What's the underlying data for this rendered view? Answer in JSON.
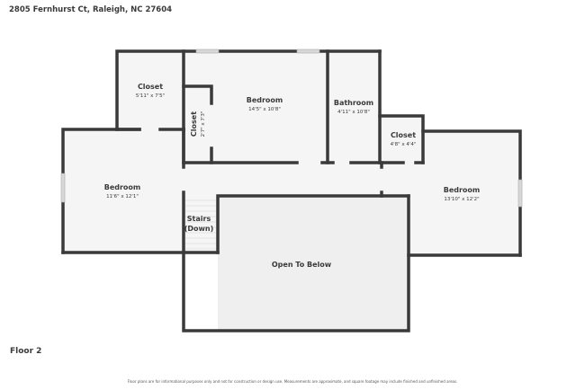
{
  "header": {
    "address": "2805 Fernhurst Ct, Raleigh, NC 27604"
  },
  "floor": {
    "label": "Floor 2"
  },
  "rooms": [
    {
      "name": "Closet",
      "dims": "5'11\" x 7'5\""
    },
    {
      "name": "Bedroom",
      "dims": "14'5\" x 10'8\""
    },
    {
      "name": "Closet",
      "dims": "2'7\" x 7'3\""
    },
    {
      "name": "Bathroom",
      "dims": "4'11\" x 10'8\""
    },
    {
      "name": "Closet",
      "dims": "4'8\" x 4'4\""
    },
    {
      "name": "Bedroom",
      "dims": "11'6\" x 12'1\""
    },
    {
      "name": "Bedroom",
      "dims": "13'10\" x 12'2\""
    },
    {
      "name": "Stairs",
      "dims": "(Down)"
    },
    {
      "name": "Open To Below",
      "dims": ""
    }
  ],
  "footer": {
    "disclaimer": "Floor plans are for informational purposes only and not for construction or design use. Measurements are approximate, and square footage may include finished and unfinished areas."
  },
  "colors": {
    "wall": "#3a3a3a",
    "floor": "#f5f5f5",
    "open_area": "#efefef",
    "window": "#d8d8d8"
  }
}
